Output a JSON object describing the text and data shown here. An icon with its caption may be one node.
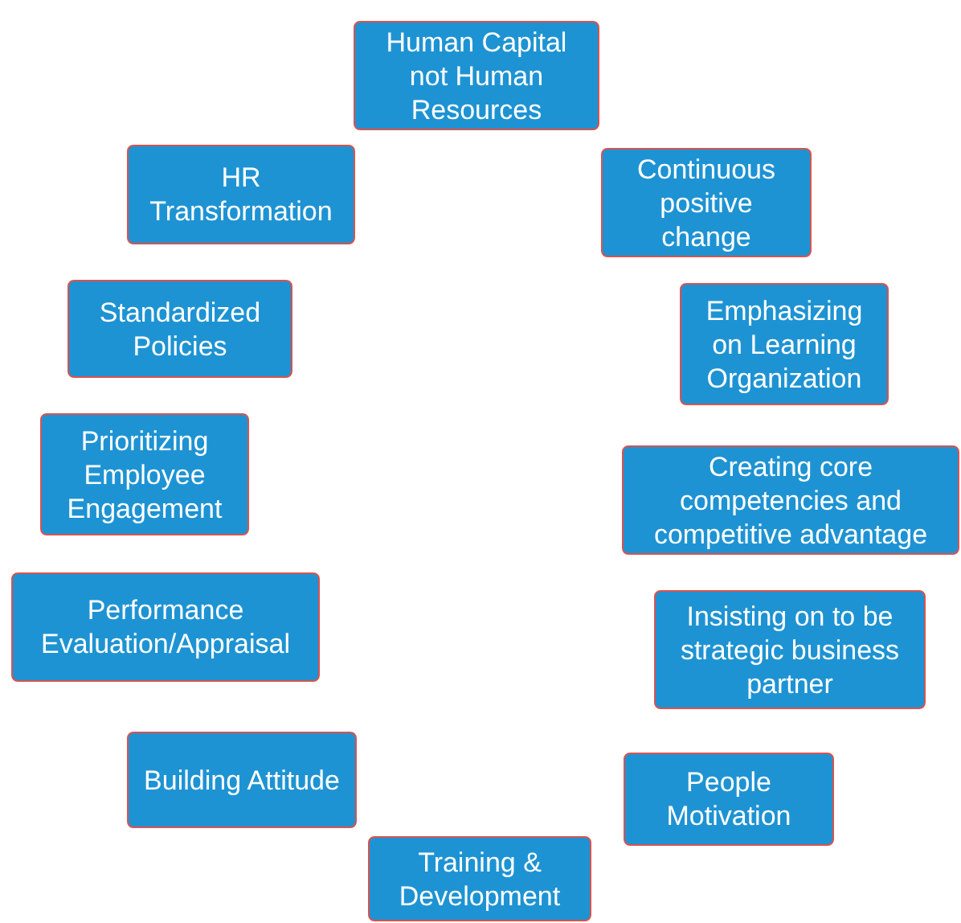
{
  "diagram": {
    "nodes": [
      {
        "text": [
          "Human Capital not Human Resources"
        ]
      },
      {
        "text": [
          "HR Transformation"
        ]
      },
      {
        "text": [
          "Continuous positive change"
        ]
      },
      {
        "text": [
          "Standardized Policies"
        ]
      },
      {
        "text": [
          "Emphasizing on Learning Organization"
        ]
      },
      {
        "text": [
          "Prioritizing Employee Engagement"
        ]
      },
      {
        "text": [
          "Creating core competencies and competitive advantage"
        ]
      },
      {
        "text": [
          "Performance Evaluation/Appraisal"
        ]
      },
      {
        "text": [
          "Insisting on to be strategic business partner"
        ]
      },
      {
        "text": [
          "Building Attitude"
        ]
      },
      {
        "text": [
          "People Motivation"
        ]
      },
      {
        "text": [
          "Training & Development"
        ]
      }
    ]
  }
}
